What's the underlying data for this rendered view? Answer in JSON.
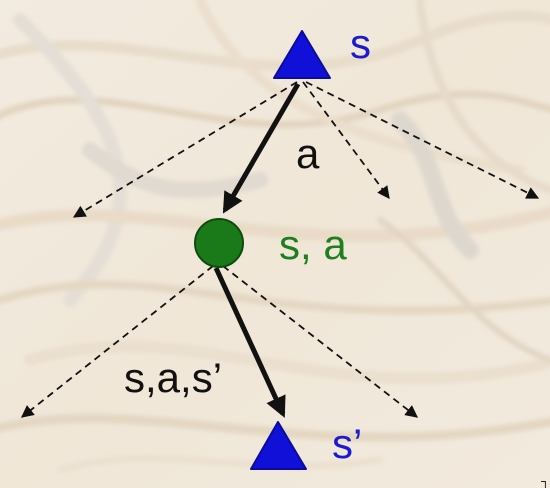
{
  "labels": {
    "state": "s",
    "action": "a",
    "q_state": "s, a",
    "transition": "s,a,s’",
    "next_state": "s’"
  },
  "colors": {
    "state_node": "#1010d8",
    "state_label": "#1a1ad0",
    "q_node": "#1a7a1a",
    "q_label": "#1f7f1f",
    "arrow": "#111111",
    "text": "#111111",
    "background_tint": "#efe6d8"
  },
  "icons": {
    "state": "blue-triangle",
    "q_state": "green-circle"
  }
}
